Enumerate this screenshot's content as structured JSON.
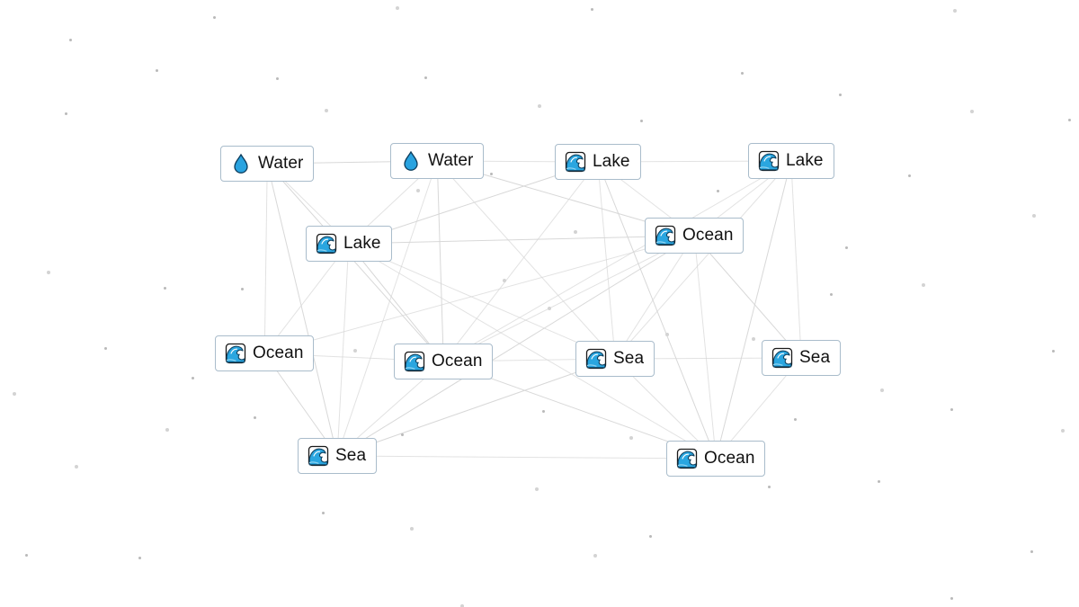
{
  "colors": {
    "background": "#ffffff",
    "tile_border": "#a9bccb",
    "link_line": "#d6d6d6",
    "water_drop": "#29a3e0",
    "wave": "#2aa6e0"
  },
  "tiles": [
    {
      "label": "Water",
      "icon": "water-drop-icon"
    },
    {
      "label": "Water",
      "icon": "water-drop-icon"
    },
    {
      "label": "Lake",
      "icon": "water-wave-icon"
    },
    {
      "label": "Lake",
      "icon": "water-wave-icon"
    },
    {
      "label": "Lake",
      "icon": "water-wave-icon"
    },
    {
      "label": "Ocean",
      "icon": "water-wave-icon"
    },
    {
      "label": "Ocean",
      "icon": "water-wave-icon"
    },
    {
      "label": "Ocean",
      "icon": "water-wave-icon"
    },
    {
      "label": "Sea",
      "icon": "water-wave-icon"
    },
    {
      "label": "Sea",
      "icon": "water-wave-icon"
    },
    {
      "label": "Sea",
      "icon": "water-wave-icon"
    },
    {
      "label": "Ocean",
      "icon": "water-wave-icon"
    }
  ]
}
